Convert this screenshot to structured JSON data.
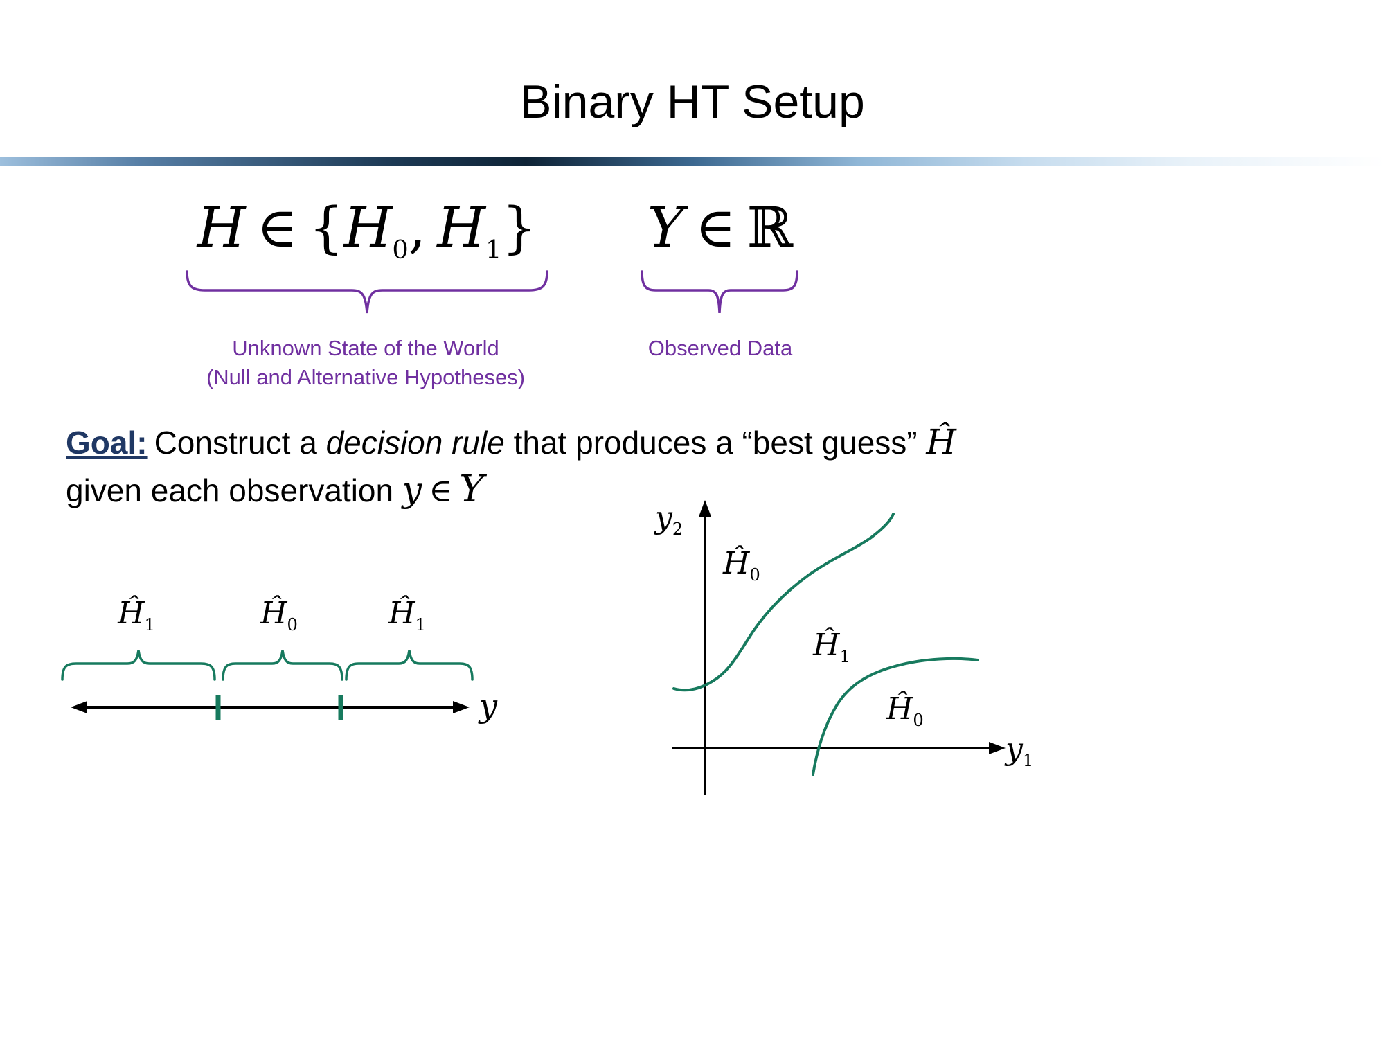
{
  "colors": {
    "purple": "#7030a0",
    "green": "#177a5e",
    "navy": "#203864"
  },
  "title": "Binary HT Setup",
  "formulas": {
    "left": {
      "var": "H",
      "in": "∈",
      "open": "{",
      "h0": "H",
      "h0sub": "0",
      "comma": ",",
      "h1": "H",
      "h1sub": "1",
      "close": "}"
    },
    "right": {
      "var": "Y",
      "in": "∈",
      "reals": "ℝ"
    }
  },
  "annotations": {
    "left_line1": "Unknown State of the World",
    "left_line2": "(Null and Alternative Hypotheses)",
    "right": "Observed Data"
  },
  "goal": {
    "label": "Goal:",
    "seg1": "Construct a ",
    "italic": "decision rule",
    "seg2": " that produces a “best guess” ",
    "hhat": "Ĥ",
    "line2": "given each observation ",
    "y": "y",
    "in": "∈",
    "calY": "Y"
  },
  "numberline": {
    "regions": [
      {
        "base": "Ĥ",
        "sub": "1"
      },
      {
        "base": "Ĥ",
        "sub": "0"
      },
      {
        "base": "Ĥ",
        "sub": "1"
      }
    ],
    "axis": "y"
  },
  "plot": {
    "yaxis": {
      "base": "y",
      "sub": "2"
    },
    "xaxis": {
      "base": "y",
      "sub": "1"
    },
    "regions": [
      {
        "base": "Ĥ",
        "sub": "0"
      },
      {
        "base": "Ĥ",
        "sub": "1"
      },
      {
        "base": "Ĥ",
        "sub": "0"
      }
    ]
  }
}
